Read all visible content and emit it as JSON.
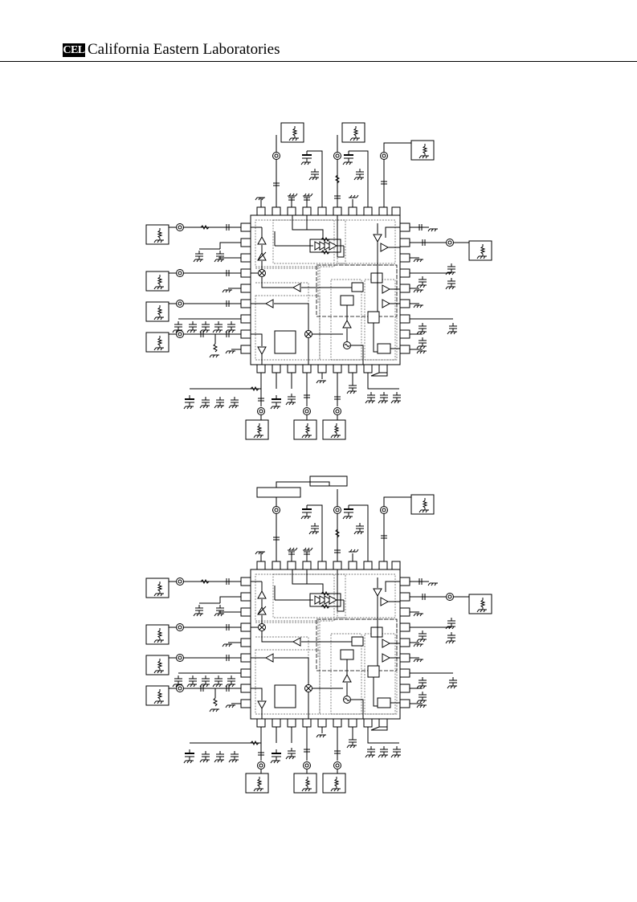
{
  "header": {
    "logo": "CEL",
    "company": "California Eastern Laboratories"
  },
  "diagrams": [
    {
      "id": "circuit-top"
    },
    {
      "id": "circuit-bottom"
    }
  ]
}
